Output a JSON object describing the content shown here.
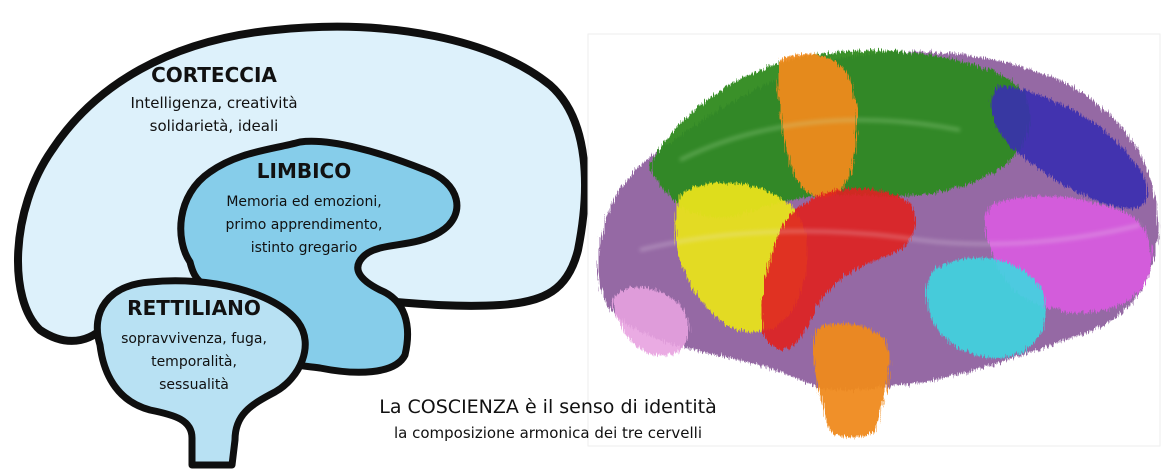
{
  "left_diagram": {
    "cortex": {
      "title": "CORTECCIA",
      "lines": [
        "Intelligenza, creatività",
        "solidarietà, ideali"
      ]
    },
    "limbic": {
      "title": "LIMBICO",
      "lines": [
        "Memoria ed emozioni,",
        "primo apprendimento,",
        "istinto gregario"
      ]
    },
    "reptilian": {
      "title": "RETTILIANO",
      "lines": [
        "sopravvivenza, fuga,",
        "temporalità,",
        "sessualità"
      ]
    }
  },
  "caption": {
    "line1": "La COSCIENZA è il senso di identità",
    "line2": "la composizione armonica dei tre cervelli"
  },
  "colors": {
    "cortex_fill": "#ddf1fb",
    "limbic_fill": "#86cdea",
    "reptilian_fill": "#b8e1f3",
    "outline": "#0f0f0f",
    "tract_green": "#2f8a1f",
    "tract_orange": "#ef8a1a",
    "tract_yellow": "#e8e21a",
    "tract_red": "#e02020",
    "tract_purple": "#8a5a9a",
    "tract_blue": "#3a2fb0",
    "tract_magenta": "#d85ae0",
    "tract_cyan": "#3fd6e0"
  }
}
